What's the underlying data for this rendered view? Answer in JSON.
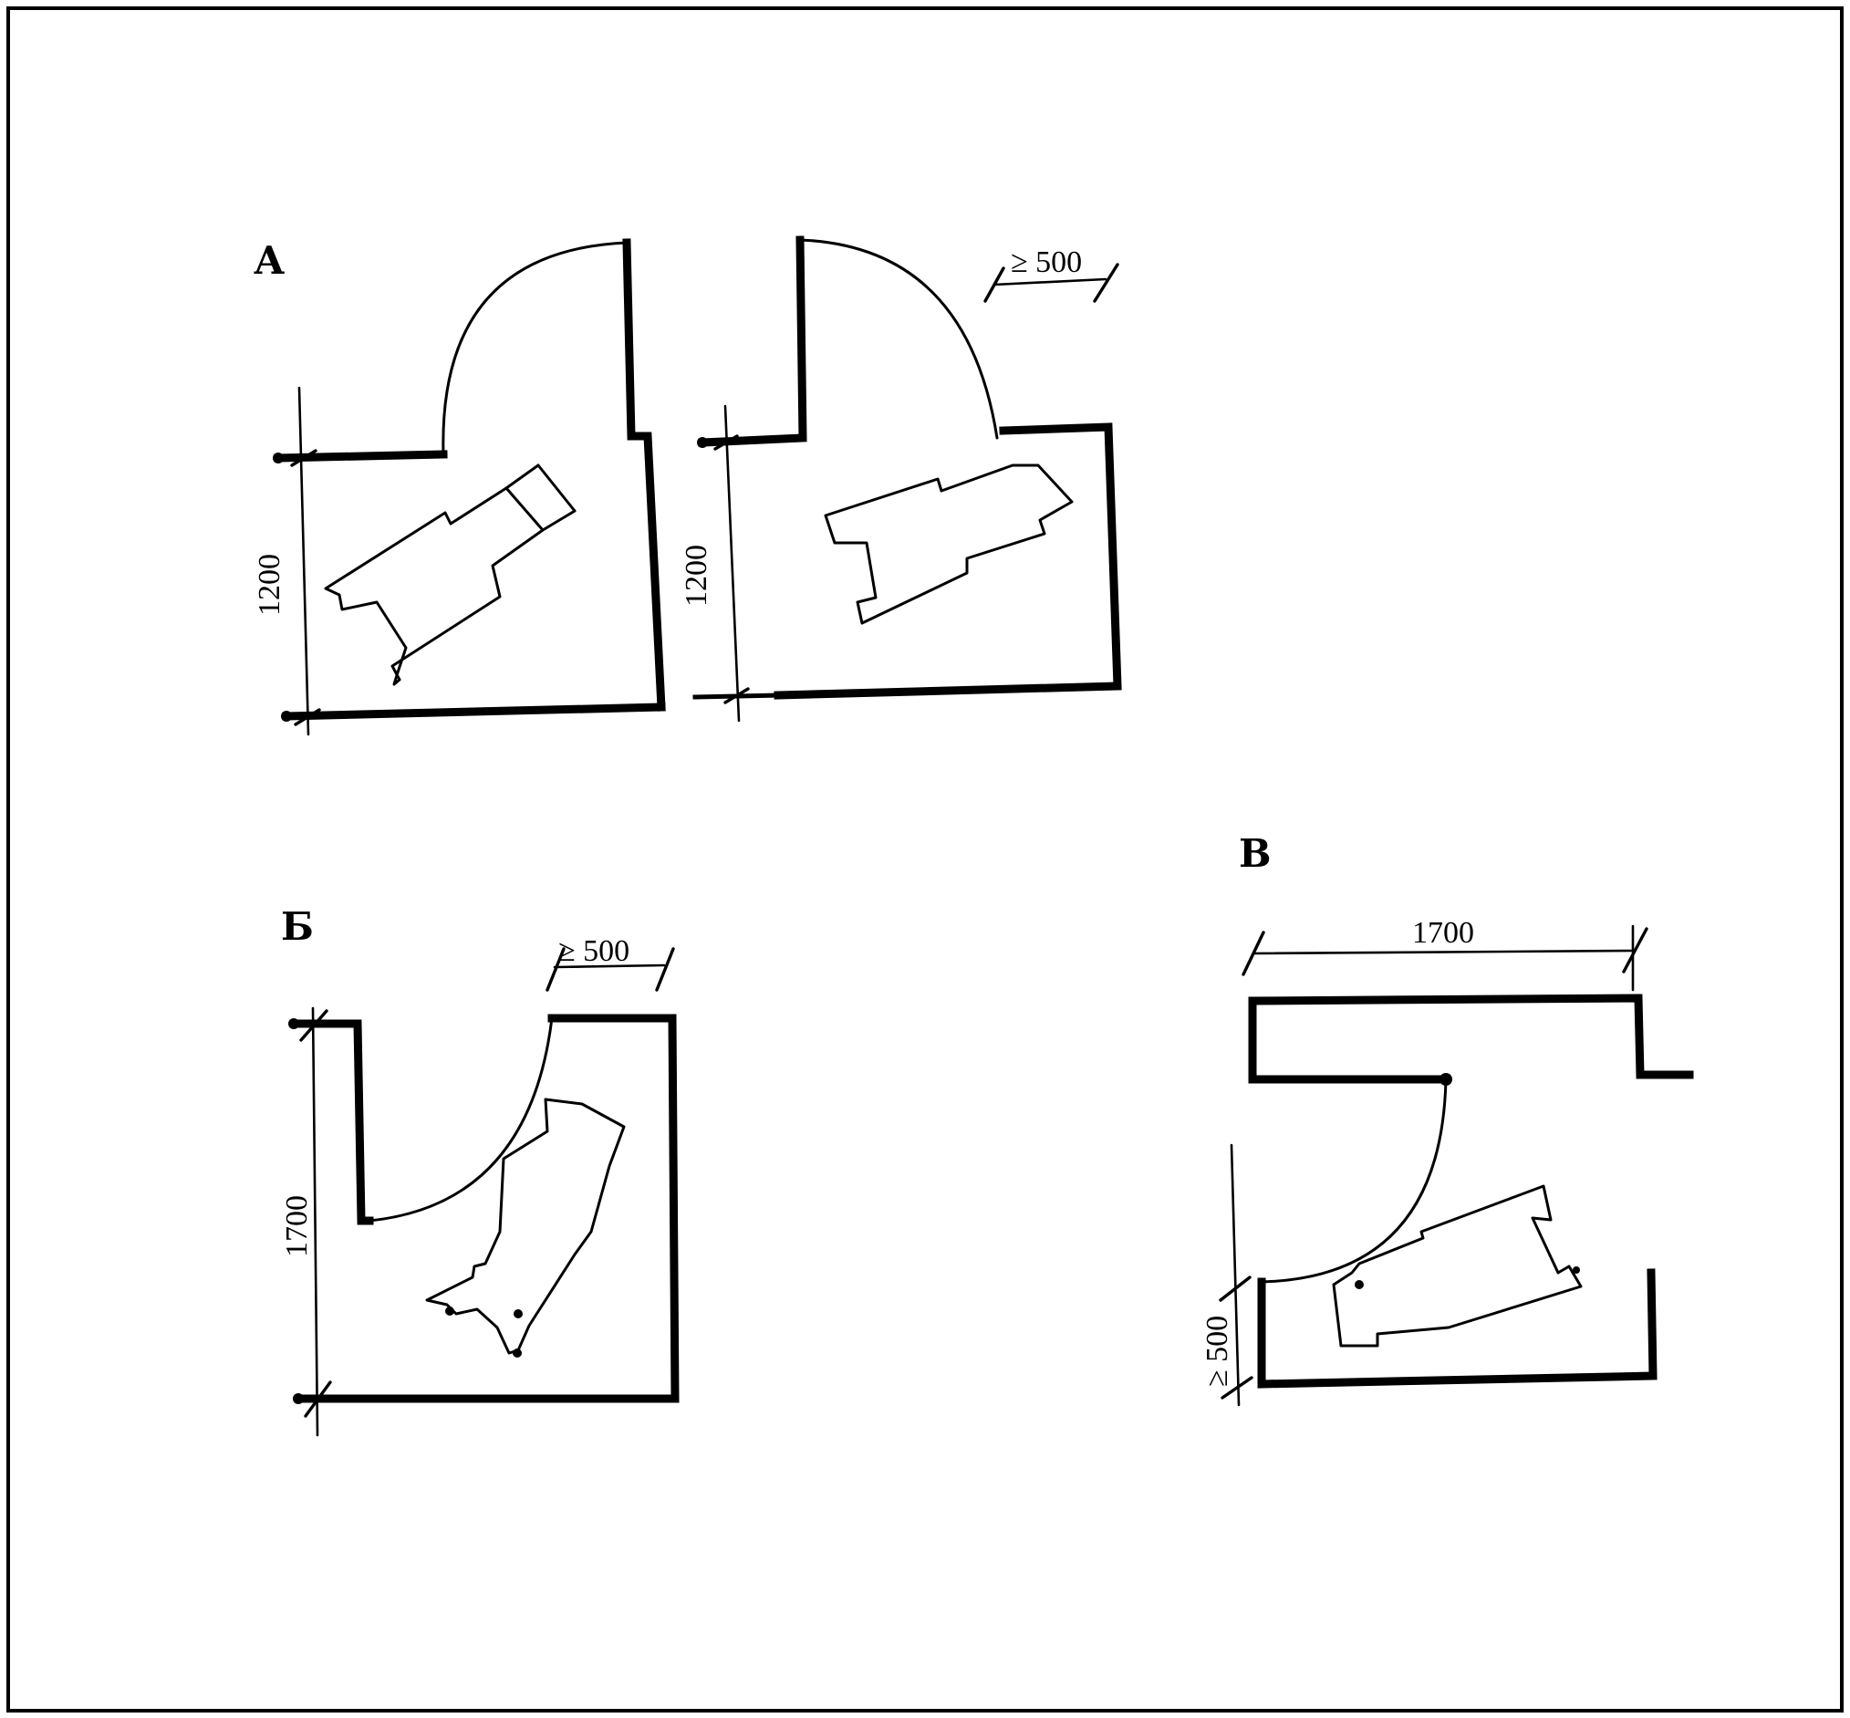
{
  "labels": {
    "a": "А",
    "b": "Б",
    "v": "В"
  },
  "dims": {
    "a_left_width": "1200",
    "a_right_width": "1200",
    "a_right_clearance": "≥ 500",
    "b_width": "1700",
    "b_clearance": "≥ 500",
    "v_width": "1700",
    "v_clearance": "≥ 500"
  }
}
